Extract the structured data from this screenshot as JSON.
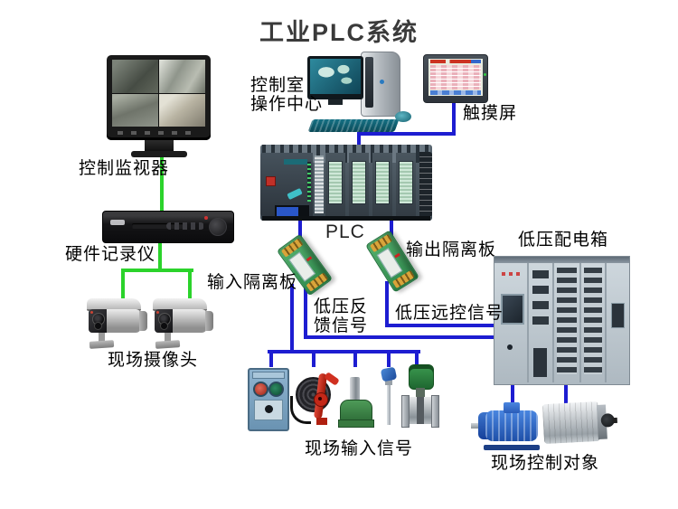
{
  "title": "工业PLC系统",
  "colors": {
    "wire_green": "#2bd32b",
    "wire_blue": "#1d1dd1",
    "label": "#000000",
    "title_color": "#3a3a3a"
  },
  "nodes": {
    "monitor": {
      "label": "控制监视器"
    },
    "control_room": {
      "label_line1": "控制室",
      "label_line2": "操作中心"
    },
    "touch_screen": {
      "label": "触摸屏"
    },
    "plc": {
      "label": "PLC"
    },
    "recorder": {
      "label": "硬件记录仪"
    },
    "input_isolator": {
      "label": "输入隔离板"
    },
    "output_isolator": {
      "label": "输出隔离板"
    },
    "distribution_box": {
      "label": "低压配电箱"
    },
    "cameras": {
      "label": "现场摄像头"
    },
    "feedback_signal": {
      "label_line1": "低压反",
      "label_line2": "馈信号"
    },
    "remote_signal": {
      "label": "低压远控信号"
    },
    "field_inputs": {
      "label": "现场输入信号"
    },
    "control_objects": {
      "label": "现场控制对象"
    }
  }
}
